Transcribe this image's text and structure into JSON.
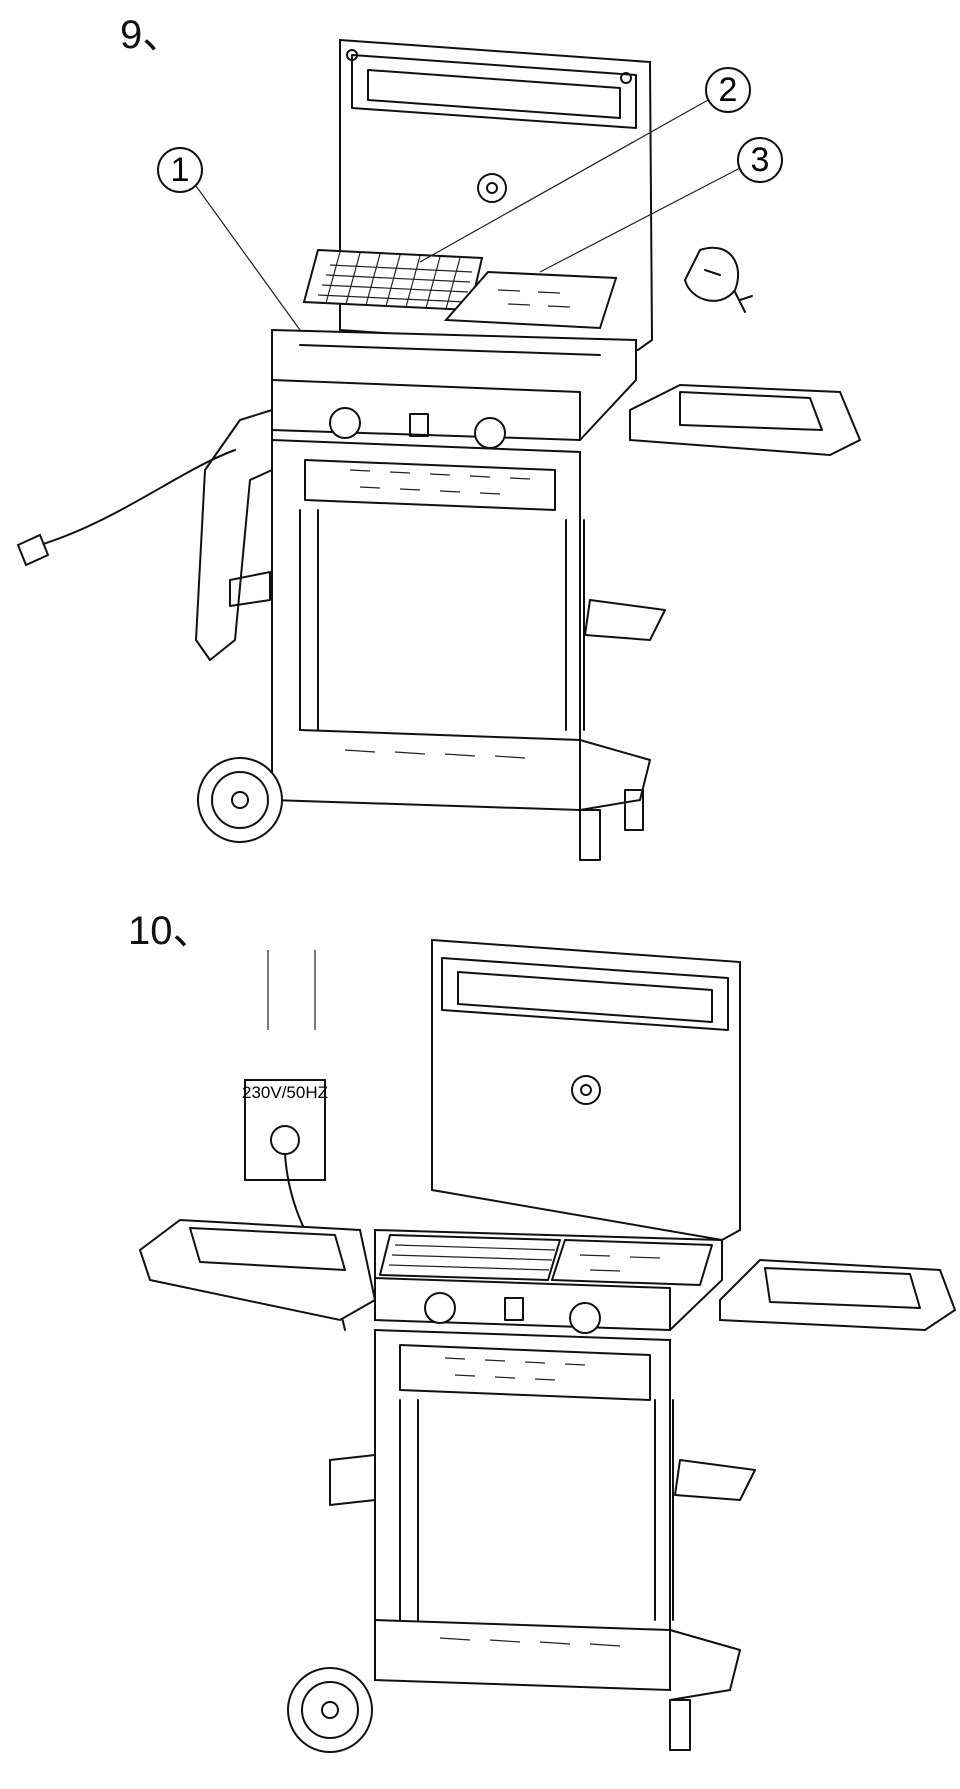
{
  "steps": [
    {
      "label": "9、"
    },
    {
      "label": "10、"
    }
  ],
  "callouts": [
    "1",
    "2",
    "3"
  ],
  "outlet": {
    "voltage_label": "230V/50HZ"
  }
}
